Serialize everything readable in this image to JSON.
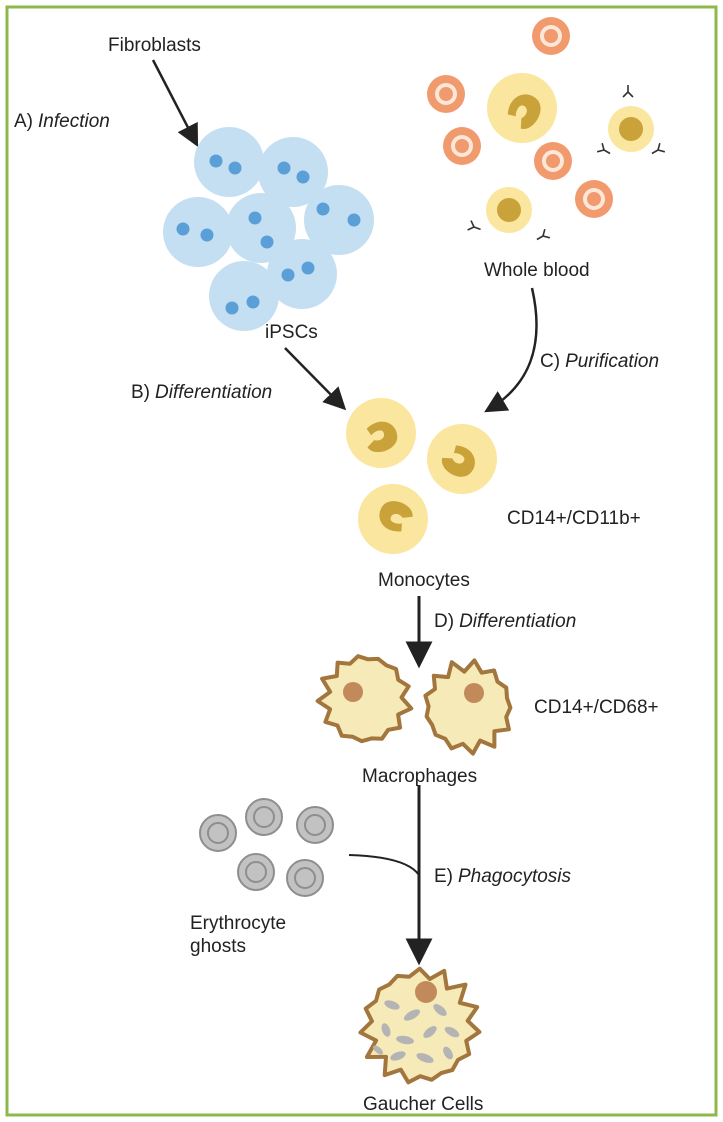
{
  "diagram": {
    "frame_color": "#8db84a",
    "colors": {
      "ipsc_cell": "#c5dff2",
      "ipsc_nucleus": "#5b9fd8",
      "monocyte_cell": "#fbe6a0",
      "monocyte_nucleus": "#c9a23a",
      "rbc_outer": "#f19a6e",
      "rbc_inner": "#fde7d8",
      "macrophage_fill": "#f6eab8",
      "macrophage_border": "#a3763e",
      "macrophage_nucleus": "#c28a5a",
      "ghost_fill": "#c2c2c2",
      "ghost_ring": "#8e8e8e",
      "vacuole": "#b4b4b4",
      "arrow": "#222222"
    },
    "labels": {
      "fibroblasts": "Fibroblasts",
      "ipscs": "iPSCs",
      "whole_blood": "Whole blood",
      "monocytes": "Monocytes",
      "monocyte_markers": "CD14+/CD11b+",
      "macrophages": "Macrophages",
      "macrophage_markers": "CD14+/CD68+",
      "erythrocyte_ghosts_line1": "Erythrocyte",
      "erythrocyte_ghosts_line2": "ghosts",
      "gaucher_cells": "Gaucher Cells"
    },
    "steps": [
      {
        "letter": "A)",
        "name": "Infection"
      },
      {
        "letter": "B)",
        "name": "Differentiation"
      },
      {
        "letter": "C)",
        "name": "Purification"
      },
      {
        "letter": "D)",
        "name": "Differentiation"
      },
      {
        "letter": "E)",
        "name": "Phagocytosis"
      }
    ]
  }
}
